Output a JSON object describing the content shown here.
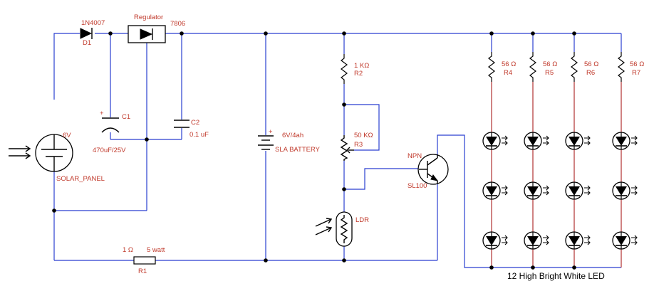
{
  "labels": {
    "diode": "1N4007",
    "diode_ref": "D1",
    "regulator": "Regulator",
    "regulator_part": "7806",
    "c1_ref": "C1",
    "c1_val": "470uF/25V",
    "c2_ref": "C2",
    "c2_val": "0.1 uF",
    "solar_volt": "6V",
    "solar_name": "SOLAR_PANEL",
    "battery_val": "6V/4ah",
    "battery_name": "SLA BATTERY",
    "r2_val": "1 KΩ",
    "r2_ref": "R2",
    "r3_val": "50 KΩ",
    "r3_ref": "R3",
    "ldr": "LDR",
    "transistor_type": "NPN",
    "transistor_part": "SL100",
    "r1_val": "1 Ω",
    "r1_power": "5 watt",
    "r1_ref": "R1",
    "r4_val": "56 Ω",
    "r4_ref": "R4",
    "r5_val": "56 Ω",
    "r5_ref": "R5",
    "r6_val": "56 Ω",
    "r6_ref": "R6",
    "r7_val": "56 Ω",
    "r7_ref": "R7",
    "led_caption": "12 High Bright White LED",
    "plus": "+"
  },
  "colors": {
    "wire": "#2a3fd0",
    "lead": "#b03030",
    "label": "#c0392b"
  }
}
